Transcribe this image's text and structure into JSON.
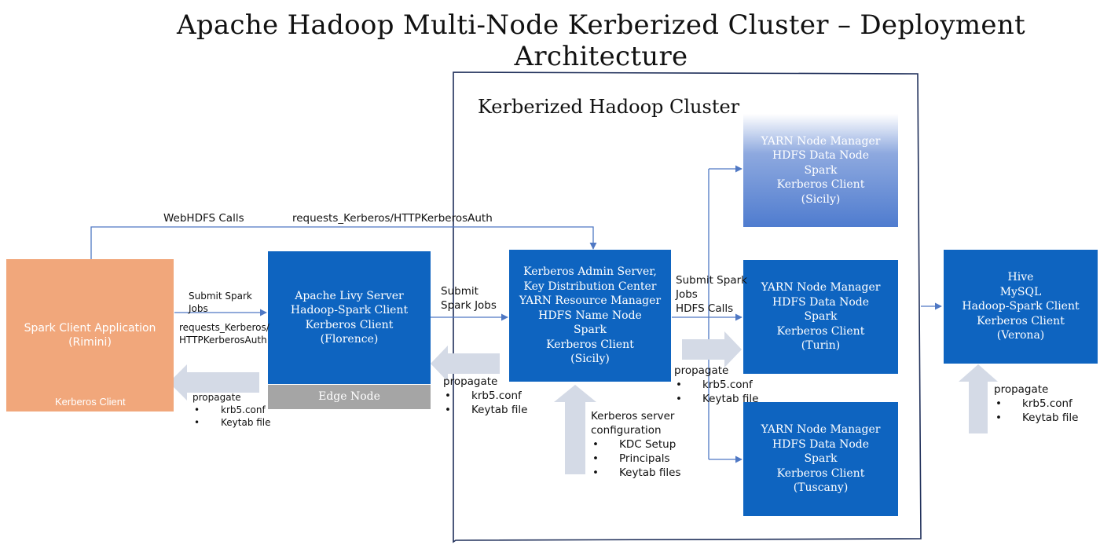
{
  "title": "Apache Hadoop Multi-Node Kerberized Cluster – Deployment Architecture",
  "cluster_label": "Kerberized Hadoop Cluster",
  "nodes": {
    "spark_client": {
      "lines": [
        "Spark Client Application",
        "(Rimini)"
      ],
      "tag": "Kerberos Client"
    },
    "livy": {
      "lines": [
        "Apache Livy Server",
        "Hadoop-Spark Client",
        "Kerberos Client",
        "(Florence)"
      ],
      "tag": "Edge Node"
    },
    "kdc": {
      "lines": [
        "Kerberos Admin Server,",
        "Key Distribution Center",
        "YARN Resource Manager",
        "HDFS Name Node",
        "Spark",
        "Kerberos Client",
        "(Sicily)"
      ]
    },
    "worker_sicily": {
      "lines": [
        "YARN Node Manager",
        "HDFS Data Node",
        "Spark",
        "Kerberos Client",
        "(Sicily)"
      ]
    },
    "worker_turin": {
      "lines": [
        "YARN Node Manager",
        "HDFS Data Node",
        "Spark",
        "Kerberos Client",
        "(Turin)"
      ]
    },
    "worker_tuscany": {
      "lines": [
        "YARN Node Manager",
        "HDFS Data Node",
        "Spark",
        "Kerberos Client",
        "(Tuscany)"
      ]
    },
    "hive": {
      "lines": [
        "Hive",
        "MySQL",
        "Hadoop-Spark Client",
        "Kerberos Client",
        "(Verona)"
      ]
    }
  },
  "labels": {
    "webhdfs": "WebHDFS Calls",
    "requests_top": "requests_Kerberos/HTTPKerberosAuth",
    "submit1": [
      "Submit Spark",
      "Jobs"
    ],
    "requests_mid": [
      "requests_Kerberos/",
      "HTTPKerberosAuth"
    ],
    "submit2": [
      "Submit",
      "Spark Jobs"
    ],
    "submit3": [
      "Submit Spark",
      "Jobs",
      "HDFS Calls"
    ]
  },
  "propagate": {
    "heading": "propagate",
    "items": [
      "krb5.conf",
      "Keytab file"
    ]
  },
  "kerberos_config": {
    "heading": [
      "Kerberos server",
      "configuration"
    ],
    "items": [
      "KDC Setup",
      "Principals",
      "Keytab files"
    ]
  },
  "colors": {
    "node_blue": "#0e64c0",
    "client_orange": "#f1a77b",
    "edge_gray": "#a5a5a5",
    "connector": "#4f78c4",
    "cluster_border": "#1f2f5a",
    "fat_arrow": "#d4dae6"
  }
}
